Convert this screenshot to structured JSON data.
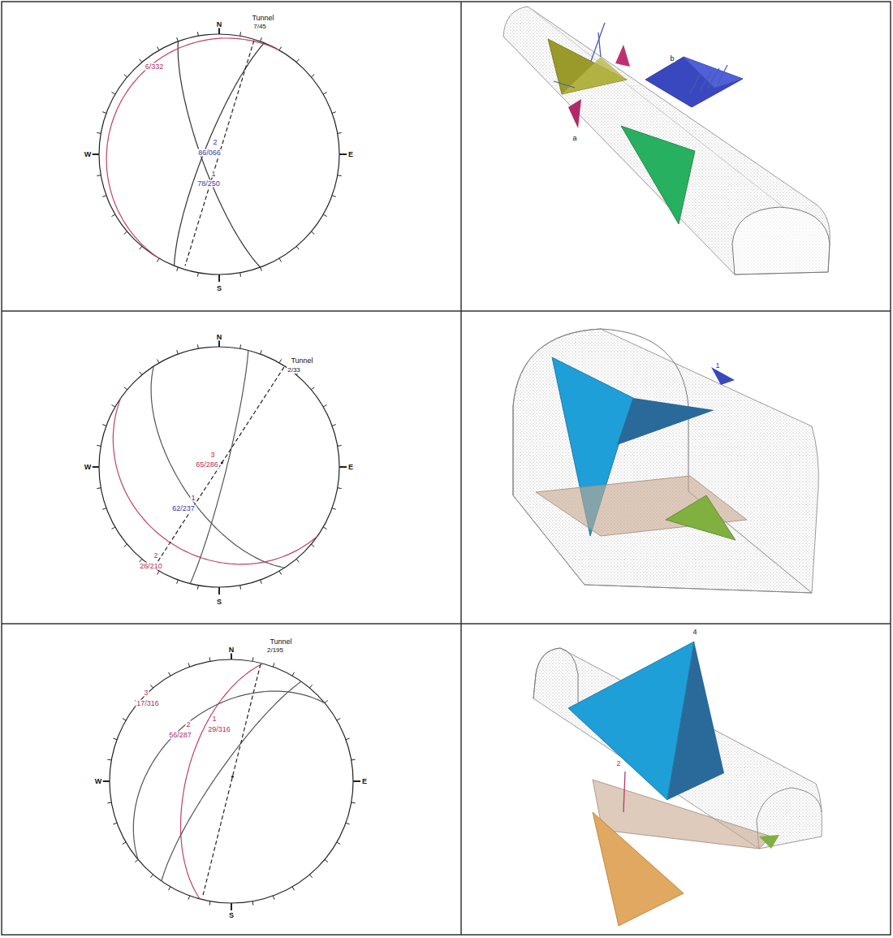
{
  "diagram": {
    "labels": [
      "N",
      "W",
      "E",
      "S",
      "Tunnel",
      "7/45",
      "6/332",
      "2",
      "86/066",
      "1",
      "78/250",
      "b",
      "a",
      "N",
      "W",
      "E",
      "S",
      "Tunnel",
      "2/33",
      "3",
      "65/286",
      "1",
      "62/237",
      "2",
      "26/210",
      "1",
      "N",
      "W",
      "E",
      "S",
      "Tunnel",
      "2/195",
      "3",
      "17/316",
      "2",
      "56/287",
      "1",
      "29/316",
      "4",
      "2"
    ]
  }
}
